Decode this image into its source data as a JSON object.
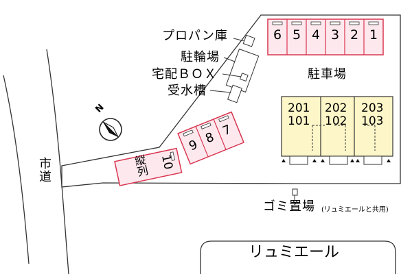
{
  "labels": {
    "propane": "プロパン庫",
    "bicycle": "駐輪場",
    "deliverybox": "宅配ＢＯＸ",
    "watertank": "受水槽",
    "parking": "駐車場",
    "cityroad": "市道",
    "garbage": "ゴミ置場",
    "garbage_note": "(リュミエールと共用)",
    "tandem": "縦列",
    "neighbor": "リュミエール",
    "north": "N"
  },
  "parking_top": [
    "6",
    "5",
    "4",
    "3",
    "2",
    "1"
  ],
  "parking_angled": [
    "9",
    "8",
    "7"
  ],
  "parking_tandem": "10",
  "units_upper": [
    "201",
    "202",
    "203"
  ],
  "units_lower": [
    "101",
    "102",
    "103"
  ],
  "colors": {
    "parking_fill": "#fde8ee",
    "parking_stroke": "#d9354f",
    "building_fill": "#fdf6c8",
    "lot_fill": "#ffffff",
    "line": "#333333"
  }
}
